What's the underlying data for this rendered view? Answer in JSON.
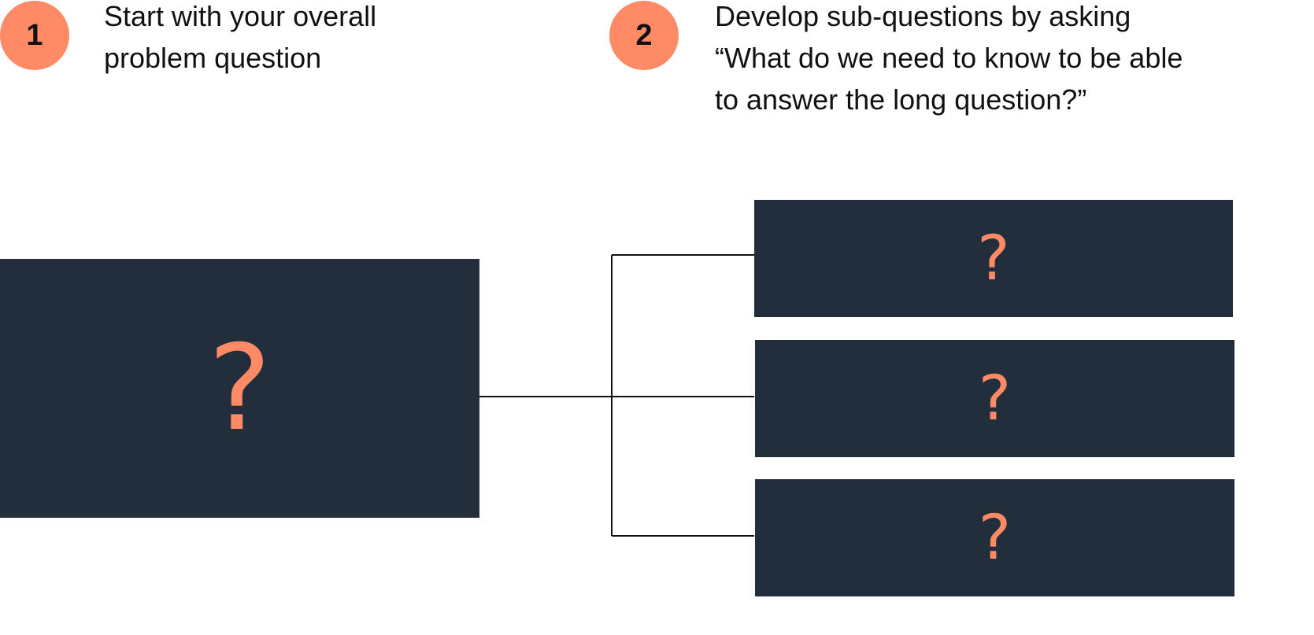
{
  "steps": [
    {
      "number": "1",
      "lines": [
        "Start with your overall",
        "problem question"
      ]
    },
    {
      "number": "2",
      "lines": [
        "Develop sub-questions by asking",
        "“What do we need to know to be able",
        "to answer the long question?”"
      ]
    }
  ],
  "main_question": {
    "text": "?"
  },
  "sub_questions": [
    {
      "text": "?"
    },
    {
      "text": "?"
    },
    {
      "text": "?"
    }
  ],
  "colors": {
    "accent": "#ff8a65",
    "box": "#232e3c",
    "text": "#111111",
    "connector": "#111111"
  }
}
